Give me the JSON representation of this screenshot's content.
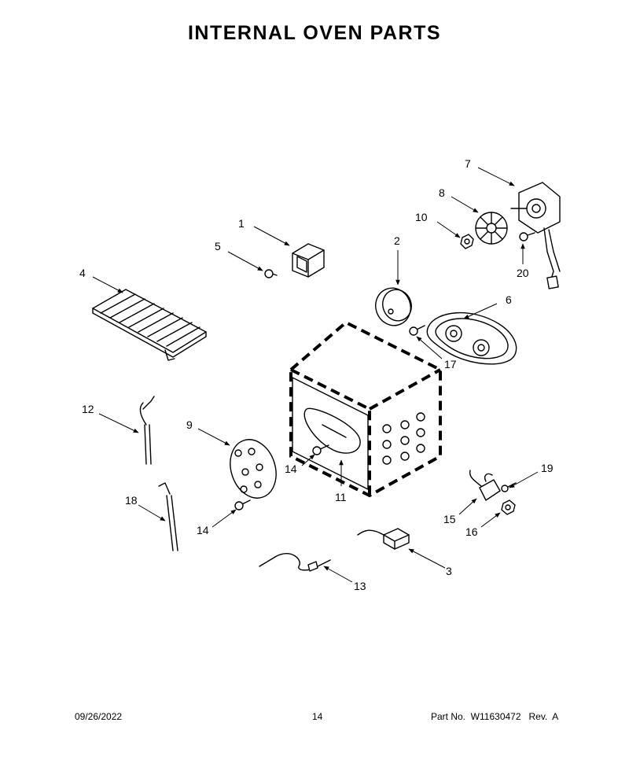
{
  "title": "INTERNAL OVEN PARTS",
  "footer": {
    "date": "09/26/2022",
    "page": "14",
    "part": "Part No.  W11630472   Rev.  A"
  },
  "callouts": [
    "1",
    "2",
    "3",
    "4",
    "5",
    "6",
    "7",
    "8",
    "9",
    "10",
    "11",
    "12",
    "13",
    "14",
    "14",
    "15",
    "16",
    "17",
    "18",
    "19",
    "20"
  ]
}
